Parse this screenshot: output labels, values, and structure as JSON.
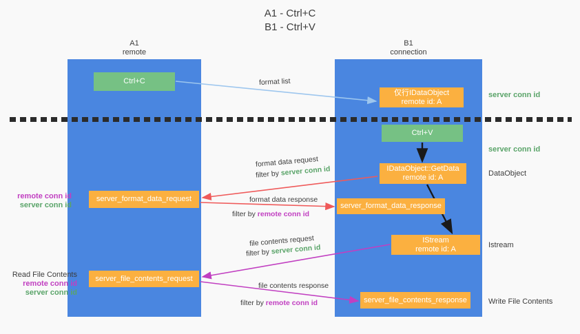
{
  "title": {
    "line1": "A1 - Ctrl+C",
    "line2": "B1 - Ctrl+V"
  },
  "columns": [
    {
      "id": "a1",
      "name": "A1",
      "role": "remote"
    },
    {
      "id": "b1",
      "name": "B1",
      "role": "connection"
    }
  ],
  "nodes": [
    {
      "id": "ctrl-c",
      "line1": "Ctrl+C",
      "line2": "",
      "color": "#76c184",
      "column": "a1"
    },
    {
      "id": "idataobject",
      "line1": "仅行IDataObject",
      "line2": "remote id: A",
      "color": "#fbb040",
      "column": "b1"
    },
    {
      "id": "ctrl-v",
      "line1": "Ctrl+V",
      "line2": "",
      "color": "#76c184",
      "column": "b1"
    },
    {
      "id": "getdata",
      "line1": "IDataObject::GetData",
      "line2": "remote id: A",
      "color": "#fbb040",
      "column": "b1"
    },
    {
      "id": "format-data-request",
      "line1": "server_format_data_request",
      "line2": "",
      "color": "#fbb040",
      "column": "a1"
    },
    {
      "id": "format-data-response",
      "line1": "server_format_data_response",
      "line2": "",
      "color": "#fbb040",
      "column": "b1"
    },
    {
      "id": "istream",
      "line1": "IStream",
      "line2": "remote id: A",
      "color": "#fbb040",
      "column": "b1"
    },
    {
      "id": "file-contents-request",
      "line1": "server_file_contents_request",
      "line2": "",
      "color": "#fbb040",
      "column": "a1"
    },
    {
      "id": "file-contents-response",
      "line1": "server_file_contents_response",
      "line2": "",
      "color": "#fbb040",
      "column": "b1"
    }
  ],
  "edge_labels": {
    "format_list": "format list",
    "format_data_request": "format data request",
    "filter_by_prefix": "filter by ",
    "server_conn_id": "server conn id",
    "format_data_response": "format data response",
    "remote_conn_id": "remote conn id",
    "file_contents_request": "file contents request",
    "file_contents_response": "file contents response"
  },
  "side_labels": {
    "server_conn_id_top": "server conn id",
    "server_conn_id_mid": "server conn id",
    "dataobject": "DataObject",
    "istream": "Istream",
    "write_file_contents": "Write File Contents",
    "read_file_contents": "Read File Contents",
    "remote_conn_id": "remote conn id",
    "server_conn_id": "server conn id"
  },
  "colors": {
    "lane": "#4a86e0",
    "node_green": "#76c184",
    "node_orange": "#fbb040",
    "conn_green_text": "#5aa469",
    "conn_magenta_text": "#c13fc1",
    "arrow_light_blue": "#9dc6ee",
    "arrow_red": "#ef5a5a",
    "arrow_magenta": "#c13fc1",
    "arrow_black": "#1a1a1a",
    "divider": "#2b2b2b",
    "background": "#f9f9f9"
  }
}
